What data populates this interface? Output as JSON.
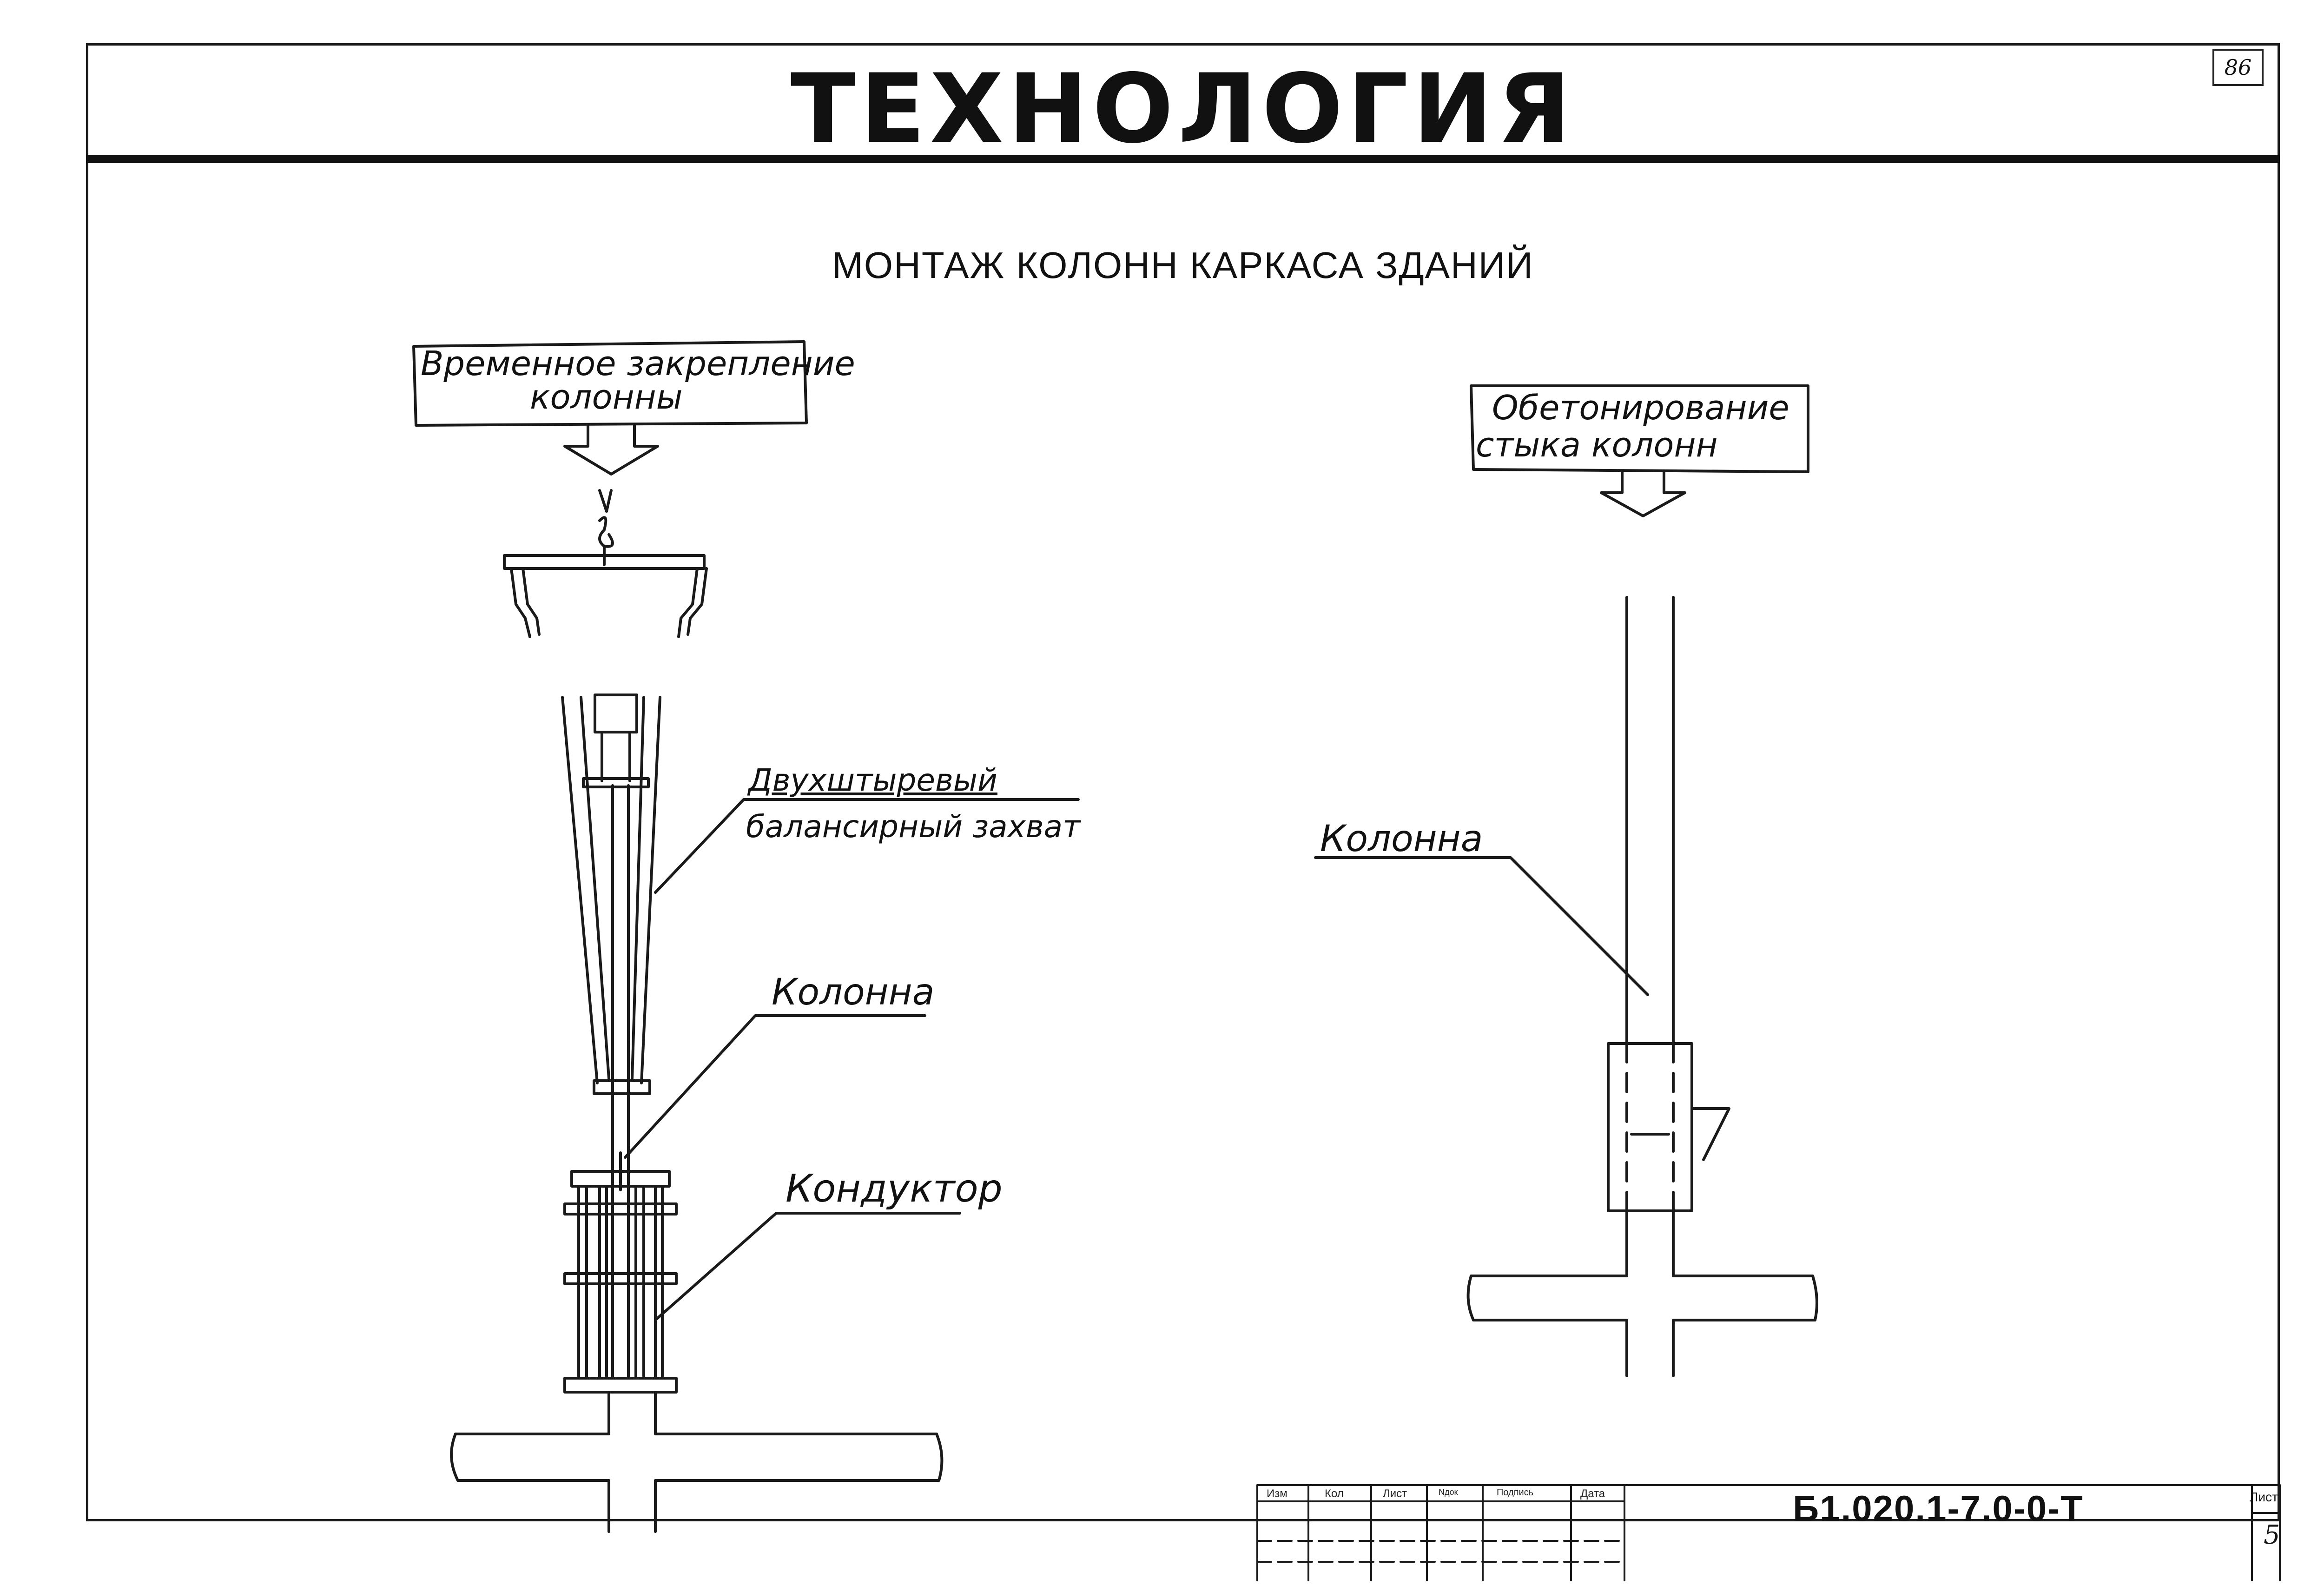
{
  "page": {
    "title": "ТЕХНОЛОГИЯ",
    "page_number": "86",
    "subtitle": "МОНТАЖ КОЛОНН КАРКАСА ЗДАНИЙ"
  },
  "left_scheme": {
    "box_line1": "Временное закрепление",
    "box_line2": "колонны",
    "label_grip_line1": "Двухштыревый",
    "label_grip_line2": "балансирный захват",
    "label_column": "Колонна",
    "label_conductor": "Кондуктор"
  },
  "right_scheme": {
    "box_line1": "Обетонирование",
    "box_line2": "стыка колонн",
    "label_column": "Колонна"
  },
  "title_block": {
    "headers": [
      "Изм",
      "Кол",
      "Лист",
      "Nдок",
      "Подпись",
      "Дата"
    ],
    "doc_code": "Б1.020.1-7.0-0-Т",
    "sheet_label": "Лист",
    "sheet_value": "5"
  }
}
